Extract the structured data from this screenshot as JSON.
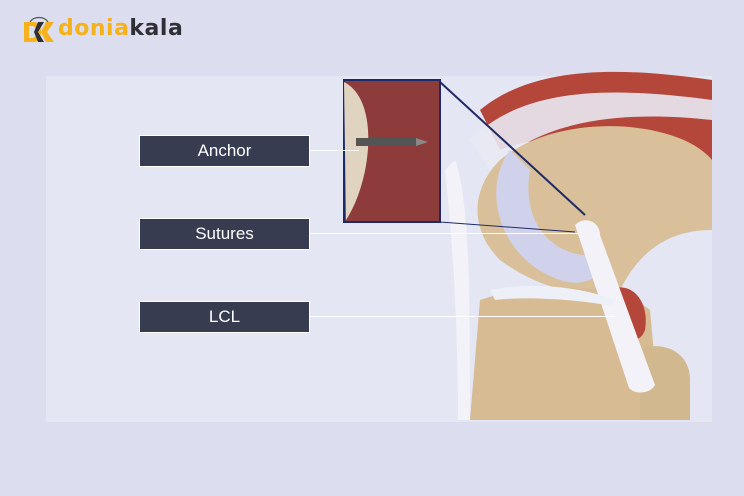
{
  "logo": {
    "mark": "DK",
    "part1": "donia",
    "part2": "kala"
  },
  "labels": {
    "anchor": "Anchor",
    "sutures": "Sutures",
    "lcl": "LCL"
  },
  "colors": {
    "label_bg": "#373c50",
    "bone": "#d9c09a",
    "muscle": "#b5473a",
    "ligament": "#f2f2f8",
    "logo_yellow": "#f5b21a"
  }
}
